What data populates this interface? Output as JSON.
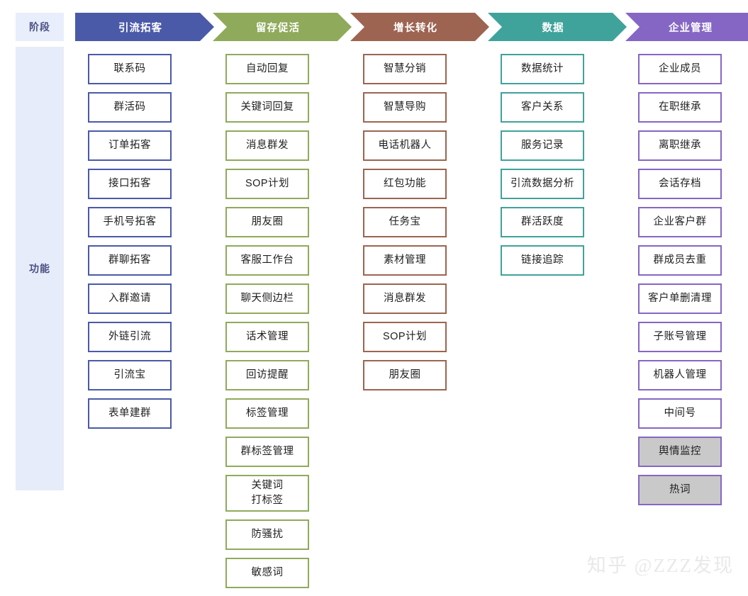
{
  "sidebar": {
    "stage_label": "阶段",
    "function_label": "功能"
  },
  "watermark": "知乎 @ZZZ发现",
  "columns": [
    {
      "stage": "引流拓客",
      "color": "#4a5aa8",
      "text_color": "#ffffff",
      "items": [
        {
          "label": "联系码"
        },
        {
          "label": "群活码"
        },
        {
          "label": "订单拓客"
        },
        {
          "label": "接口拓客"
        },
        {
          "label": "手机号拓客"
        },
        {
          "label": "群聊拓客"
        },
        {
          "label": "入群邀请"
        },
        {
          "label": "外链引流"
        },
        {
          "label": "引流宝"
        },
        {
          "label": "表单建群"
        }
      ]
    },
    {
      "stage": "留存促活",
      "color": "#8faa5b",
      "text_color": "#ffffff",
      "items": [
        {
          "label": "自动回复"
        },
        {
          "label": "关键词回复"
        },
        {
          "label": "消息群发"
        },
        {
          "label": "SOP计划"
        },
        {
          "label": "朋友圈"
        },
        {
          "label": "客服工作台"
        },
        {
          "label": "聊天侧边栏"
        },
        {
          "label": "话术管理"
        },
        {
          "label": "回访提醒"
        },
        {
          "label": "标签管理"
        },
        {
          "label": "群标签管理"
        },
        {
          "label": "关键词\n打标签",
          "tall": true
        },
        {
          "label": "防骚扰"
        },
        {
          "label": "敏感词"
        }
      ]
    },
    {
      "stage": "增长转化",
      "color": "#9d6451",
      "text_color": "#ffffff",
      "items": [
        {
          "label": "智慧分销"
        },
        {
          "label": "智慧导购"
        },
        {
          "label": "电话机器人"
        },
        {
          "label": "红包功能"
        },
        {
          "label": "任务宝"
        },
        {
          "label": "素材管理"
        },
        {
          "label": "消息群发"
        },
        {
          "label": "SOP计划"
        },
        {
          "label": "朋友圈"
        }
      ]
    },
    {
      "stage": "数据",
      "color": "#3fa39b",
      "text_color": "#ffffff",
      "items": [
        {
          "label": "数据统计"
        },
        {
          "label": "客户关系"
        },
        {
          "label": "服务记录"
        },
        {
          "label": "引流数据分析"
        },
        {
          "label": "群活跃度"
        },
        {
          "label": "链接追踪"
        }
      ]
    },
    {
      "stage": "企业管理",
      "color": "#8666c4",
      "text_color": "#ffffff",
      "items": [
        {
          "label": "企业成员"
        },
        {
          "label": "在职继承"
        },
        {
          "label": "离职继承"
        },
        {
          "label": "会话存档"
        },
        {
          "label": "企业客户群"
        },
        {
          "label": "群成员去重"
        },
        {
          "label": "客户单删清理"
        },
        {
          "label": "子账号管理"
        },
        {
          "label": "机器人管理"
        },
        {
          "label": "中间号"
        },
        {
          "label": "舆情监控",
          "filled": true
        },
        {
          "label": "热词",
          "filled": true
        }
      ]
    }
  ]
}
